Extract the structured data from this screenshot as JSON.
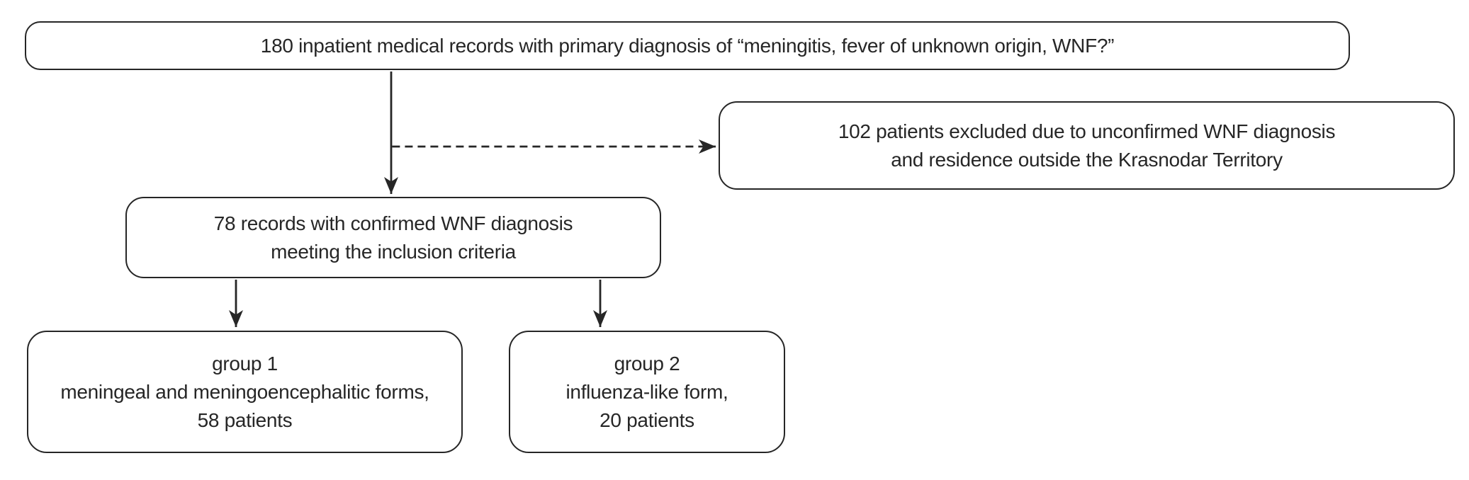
{
  "colors": {
    "line": "#262626",
    "text": "#262626",
    "background": "#ffffff"
  },
  "boxes": {
    "source": {
      "lines": [
        "180 inpatient medical records with primary diagnosis of “meningitis, fever of unknown origin, WNF?”"
      ]
    },
    "excluded": {
      "lines": [
        "102 patients excluded due to unconfirmed WNF diagnosis",
        "and residence outside the Krasnodar Territory"
      ]
    },
    "included": {
      "lines": [
        "78 records with confirmed WNF diagnosis",
        "meeting the inclusion criteria"
      ]
    },
    "group1": {
      "lines": [
        "group 1",
        "meningeal and meningoencephalitic forms,",
        "58 patients"
      ]
    },
    "group2": {
      "lines": [
        "group 2",
        "influenza-like form,",
        "20 patients"
      ]
    }
  },
  "edges": [
    {
      "from": "source",
      "to": "included",
      "style": "solid"
    },
    {
      "from": "source",
      "to": "excluded",
      "style": "dashed"
    },
    {
      "from": "included",
      "to": "group1",
      "style": "solid"
    },
    {
      "from": "included",
      "to": "group2",
      "style": "solid"
    }
  ]
}
